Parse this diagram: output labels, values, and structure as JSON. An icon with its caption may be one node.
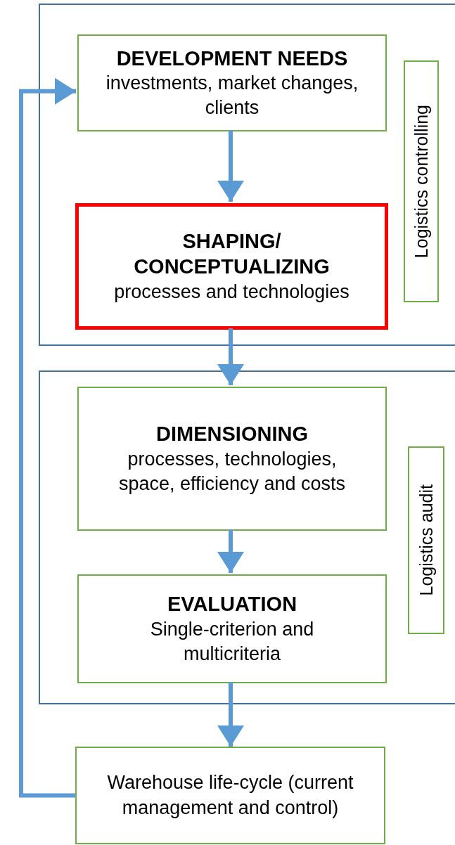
{
  "diagram": {
    "nodes": [
      {
        "text": [],
        "shape": "box"
      },
      {
        "text": [
          "DEVELOPMENT NEEDS",
          "investments, market changes, clients"
        ],
        "in": 0
      },
      {
        "text": [
          "SHAPING/ CONCEPTUALIZING",
          "processes and technologies"
        ],
        "in": 0
      },
      {
        "text": [
          "Logistics controlling"
        ],
        "in": 0
      },
      {
        "text": [],
        "shape": "box"
      },
      {
        "text": [
          "DIMENSIONING",
          "processes, technologies, space, efficiency and costs"
        ],
        "in": 4
      },
      {
        "text": [
          "EVALUATION",
          "Single-criterion and multicriteria"
        ],
        "in": 4
      },
      {
        "text": [
          "Logistics audit"
        ],
        "in": 4
      },
      {
        "text": [
          "Warehouse life-cycle (current management and control)"
        ]
      }
    ],
    "edges": [
      {
        "from": 1,
        "to": 2,
        "arrow": "to"
      },
      {
        "from": 2,
        "to": 5,
        "arrow": "to"
      },
      {
        "from": 5,
        "to": 6,
        "arrow": "to"
      },
      {
        "from": 6,
        "to": 8,
        "arrow": "to"
      },
      {
        "from": 8,
        "to": 1,
        "arrow": "to"
      }
    ]
  }
}
